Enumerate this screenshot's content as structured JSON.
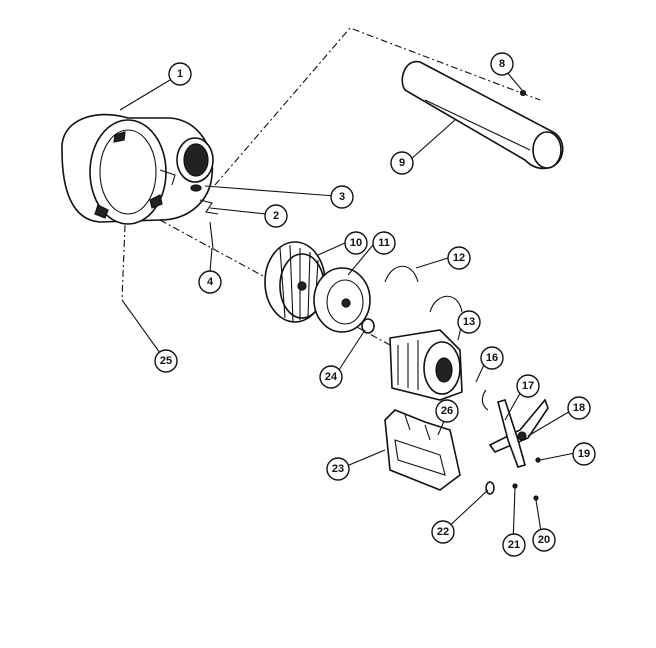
{
  "callouts": {
    "c1": "1",
    "c2": "2",
    "c3": "3",
    "c4": "4",
    "c8": "8",
    "c9": "9",
    "c10": "10",
    "c11": "11",
    "c12": "12",
    "c13": "13",
    "c16": "16",
    "c17": "17",
    "c18": "18",
    "c19": "19",
    "c20": "20",
    "c21": "21",
    "c22": "22",
    "c23": "23",
    "c24": "24",
    "c25": "25",
    "c26": "26"
  }
}
